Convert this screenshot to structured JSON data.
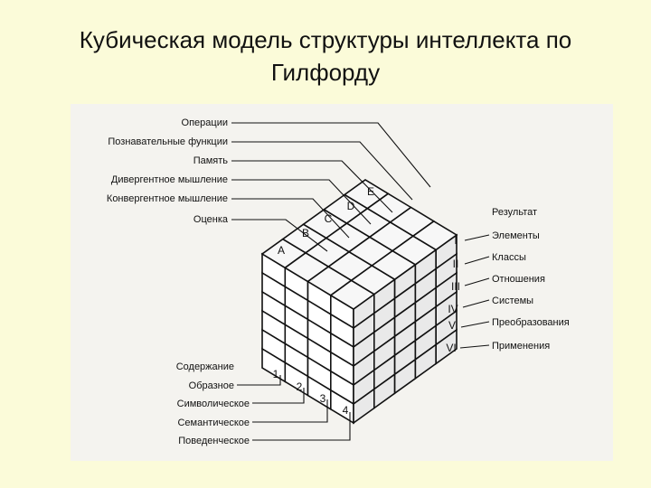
{
  "slide": {
    "title_line1": "Кубическая модель структуры интеллекта по",
    "title_line2": "Гилфорду"
  },
  "diagram": {
    "operations": {
      "title": "Операции",
      "items": [
        "Познавательные функции",
        "Память",
        "Дивергентное мышление",
        "Конвергентное мышление",
        "Оценка"
      ],
      "letters": [
        "A",
        "B",
        "C",
        "D",
        "E"
      ]
    },
    "results": {
      "title": "Результат",
      "items": [
        "Элементы",
        "Классы",
        "Отношения",
        "Системы",
        "Преобразования",
        "Применения"
      ],
      "numerals": [
        "I",
        "II",
        "III",
        "IV",
        "V",
        "VI"
      ]
    },
    "contents": {
      "title": "Содержание",
      "items": [
        "Образное",
        "Символическое",
        "Семантическое",
        "Поведенческое"
      ],
      "numbers": [
        "1",
        "2",
        "3",
        "4"
      ]
    }
  }
}
